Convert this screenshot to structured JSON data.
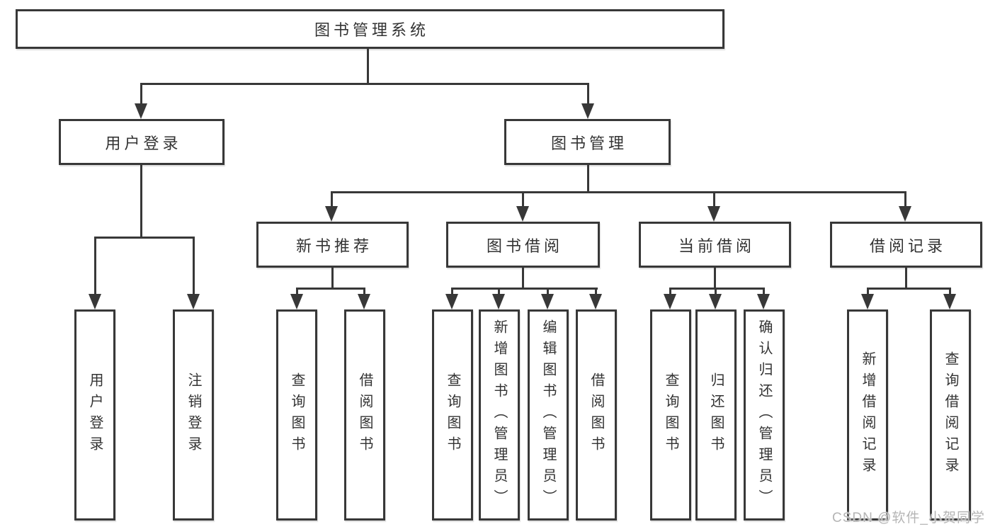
{
  "diagram": {
    "title": "图书管理系统",
    "root": {
      "label": "图书管理系统"
    },
    "level2": [
      {
        "label": "用户登录"
      },
      {
        "label": "图书管理"
      }
    ],
    "level3": [
      {
        "label": "新书推荐"
      },
      {
        "label": "图书借阅"
      },
      {
        "label": "当前借阅"
      },
      {
        "label": "借阅记录"
      }
    ],
    "leaves": [
      {
        "label": "用户登录"
      },
      {
        "label": "注销登录"
      },
      {
        "label": "查询图书"
      },
      {
        "label": "借阅图书"
      },
      {
        "label": "查询图书"
      },
      {
        "label": "新增图书（管理员）"
      },
      {
        "label": "编辑图书（管理员）"
      },
      {
        "label": "借阅图书"
      },
      {
        "label": "查询图书"
      },
      {
        "label": "归还图书"
      },
      {
        "label": "确认归还（管理员）"
      },
      {
        "label": "新增借阅记录"
      },
      {
        "label": "查询借阅记录"
      }
    ]
  },
  "watermark": {
    "text": "CSDN @软件_小贺同学"
  },
  "colors": {
    "line": "#383838",
    "text": "#333333",
    "watermark": "#b5b5b5",
    "background": "#ffffff"
  }
}
